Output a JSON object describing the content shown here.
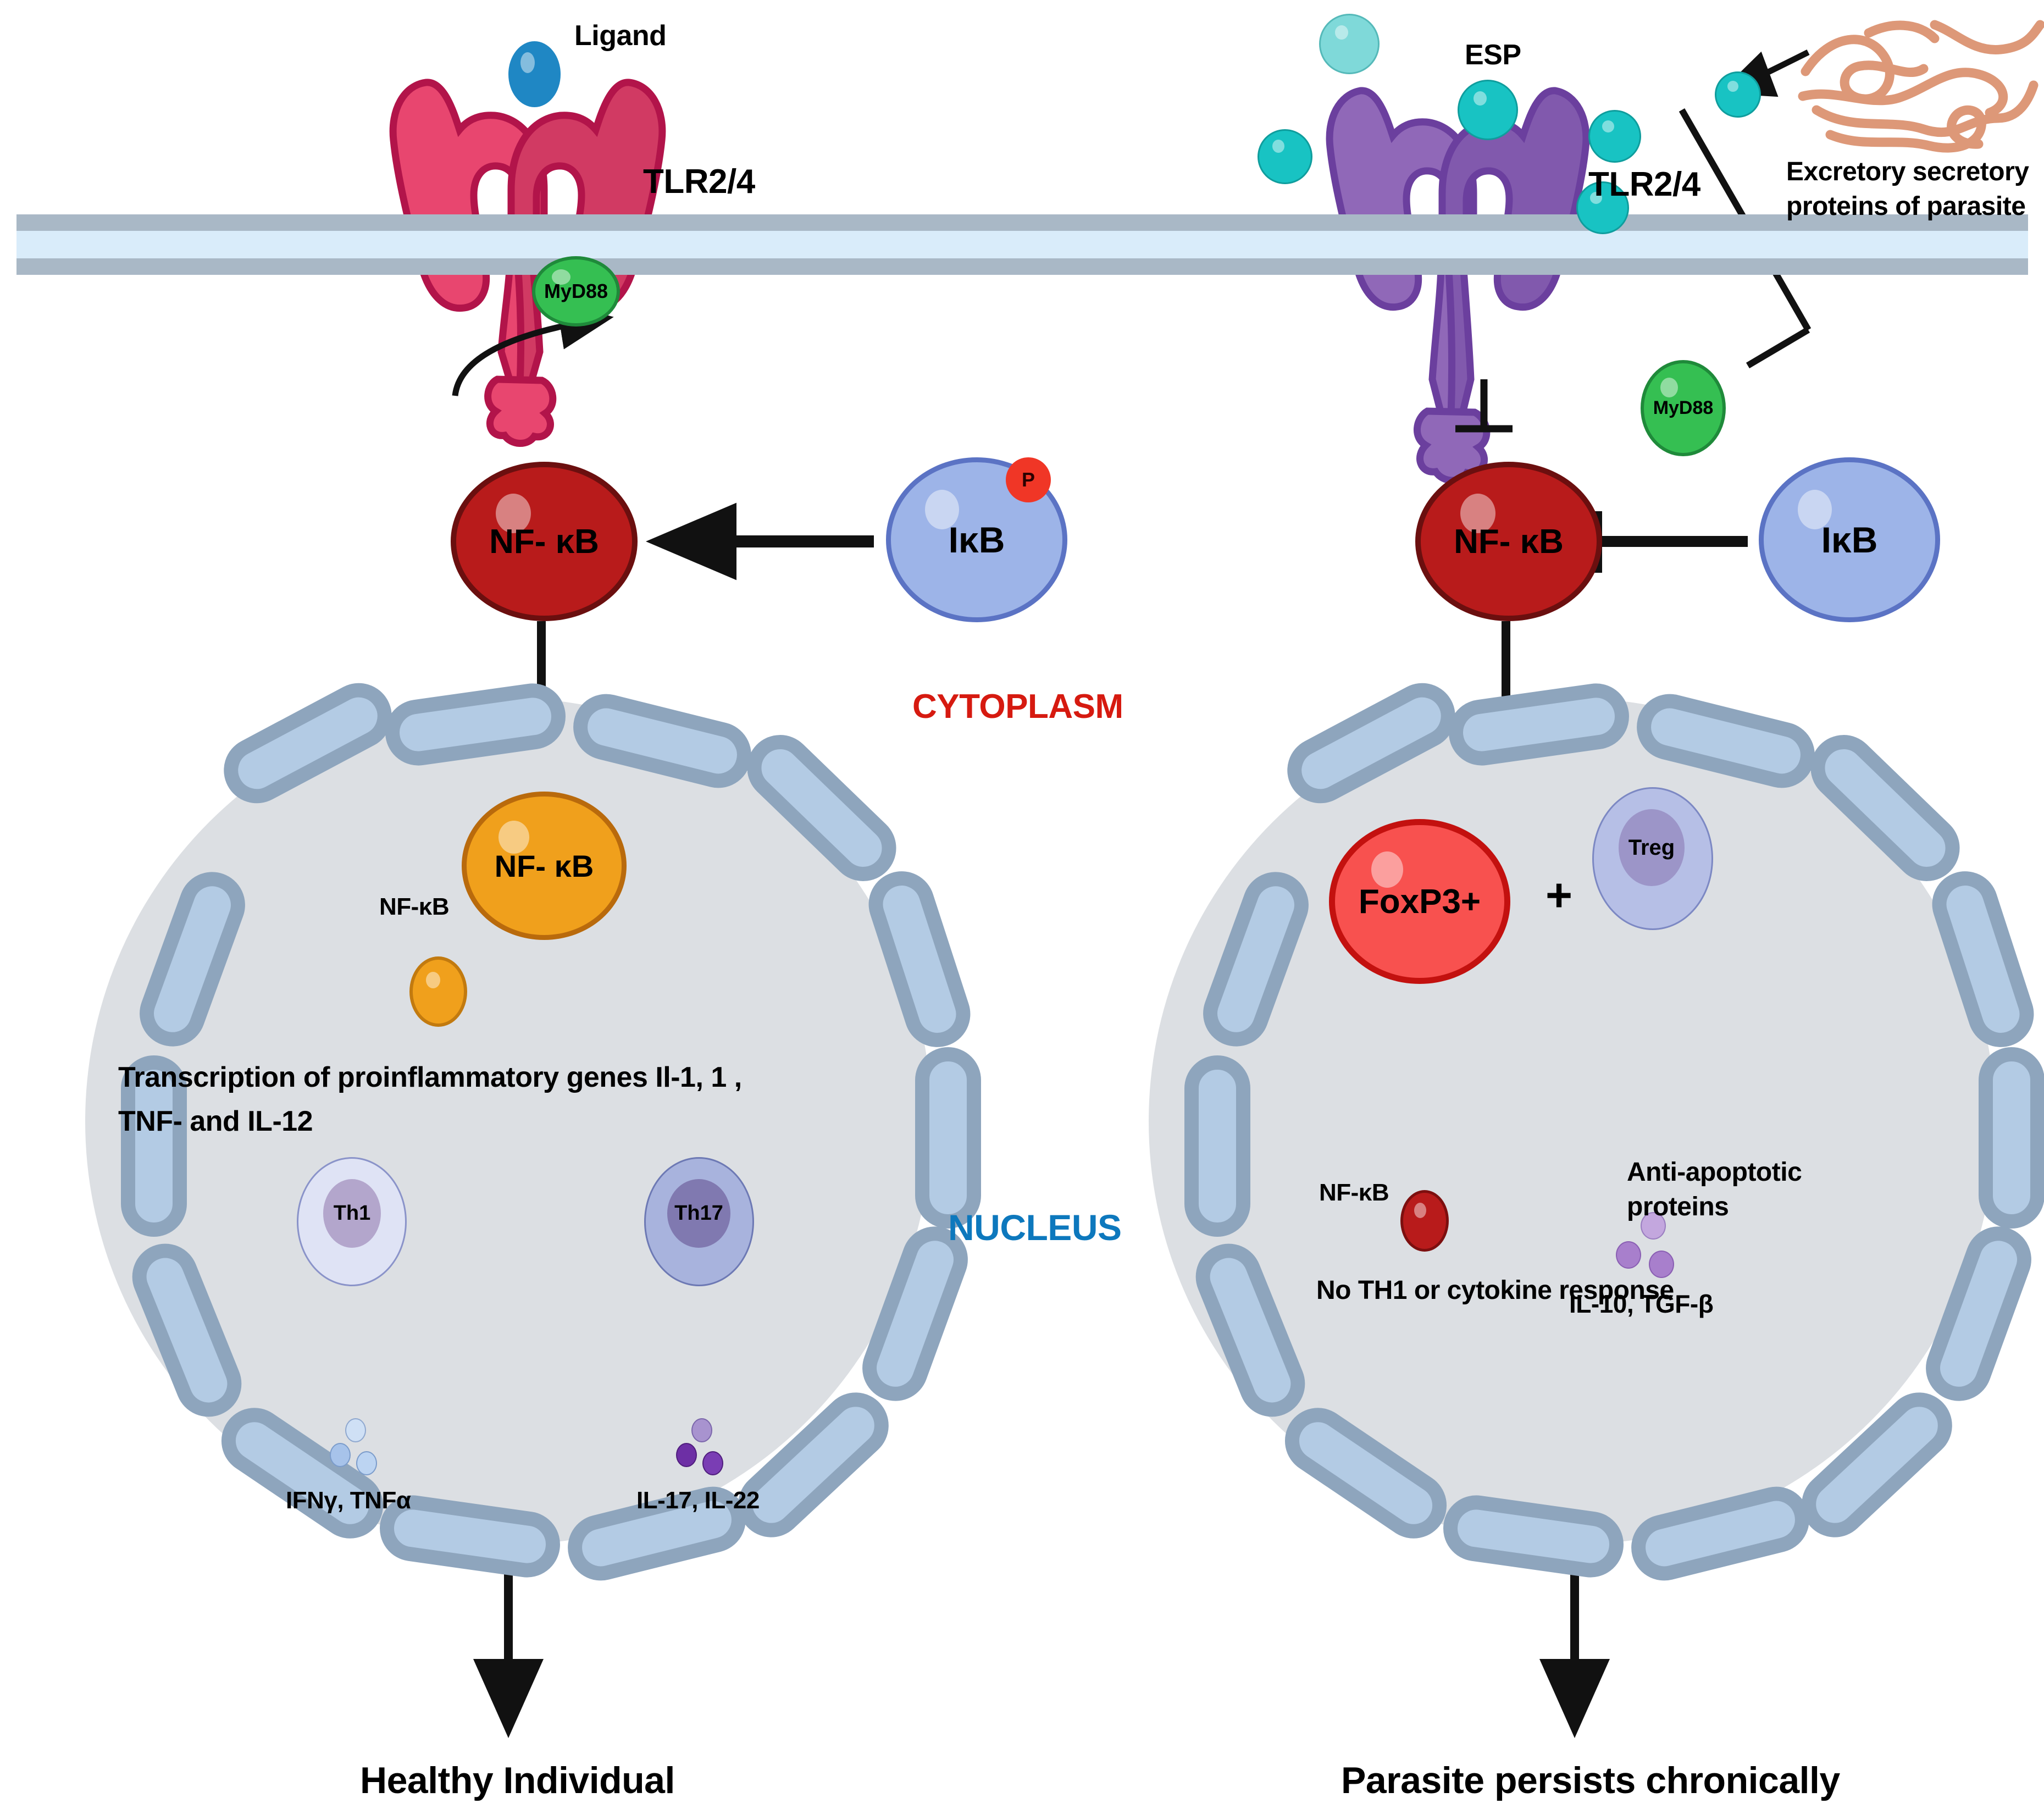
{
  "figure": {
    "type": "pathway-diagram",
    "title": "TLR2/4 signalling in healthy individual versus parasite infection",
    "compartments": {
      "cytoplasm_label": "CYTOPLASM",
      "cytoplasm_color": "#d61a10",
      "nucleus_label": "NUCLEUS",
      "nucleus_color": "#0d78bd"
    }
  },
  "left_panel": {
    "outcome": "Healthy Individual",
    "ligand_label": "Ligand",
    "receptor_label": "TLR2/4",
    "receptor_color": "#e8466f",
    "receptor_outline": "#b2144a",
    "ligand_color": "#1f87c4",
    "adaptor": "MyD88",
    "adaptor_color": "#35bf52",
    "nfkb_cyto": "NF- κB",
    "nfkb_cyto_color": "#b81b1b",
    "ikb": "IκB",
    "ikb_color": "#9db4e8",
    "phospho": "P",
    "phospho_color": "#f03626",
    "nfkb_nuclear": "NF- κB",
    "nfkb_nuclear_color": "#f0a01c",
    "nfkb_dna_label": "NF-κB",
    "transcription_text_line1": "Transcription of proinflammatory genes Il-1, 1 ,",
    "transcription_text_line2": "TNF-  and IL-12",
    "th1": {
      "name": "Th1",
      "cytokines": "IFNγ, TNFα"
    },
    "th17": {
      "name": "Th17",
      "cytokines": "IL-17, IL-22"
    }
  },
  "right_panel": {
    "outcome": "Parasite persists chronically",
    "esp_label": "ESP",
    "receptor_label": "TLR2/4",
    "receptor_color": "#9068b8",
    "receptor_outline": "#6b3f9e",
    "esp_color": "#18c3c3",
    "adaptor": "MyD88",
    "adaptor_color": "#35bf52",
    "parasite_label_line1": "Excretory secretory",
    "parasite_label_line2": "proteins of parasite",
    "parasite_color": "#dd9878",
    "nfkb_cyto": "NF- κB",
    "nfkb_cyto_color": "#b81b1b",
    "ikb": "IκB",
    "ikb_color": "#9db4e8",
    "foxp3": "FoxP3+",
    "foxp3_color": "#f8514f",
    "plus_sign": "+",
    "treg": "Treg",
    "treg_cytokines": "IL-10, TGF-β",
    "nfkb_dna_label": "NF-κB",
    "anti_apoptotic_line1": "Anti-apoptotic",
    "anti_apoptotic_line2": "proteins",
    "blocked_marker": "✕",
    "no_response_text": "No TH1 or cytokine response",
    "dna_color": "#4f9a93"
  }
}
